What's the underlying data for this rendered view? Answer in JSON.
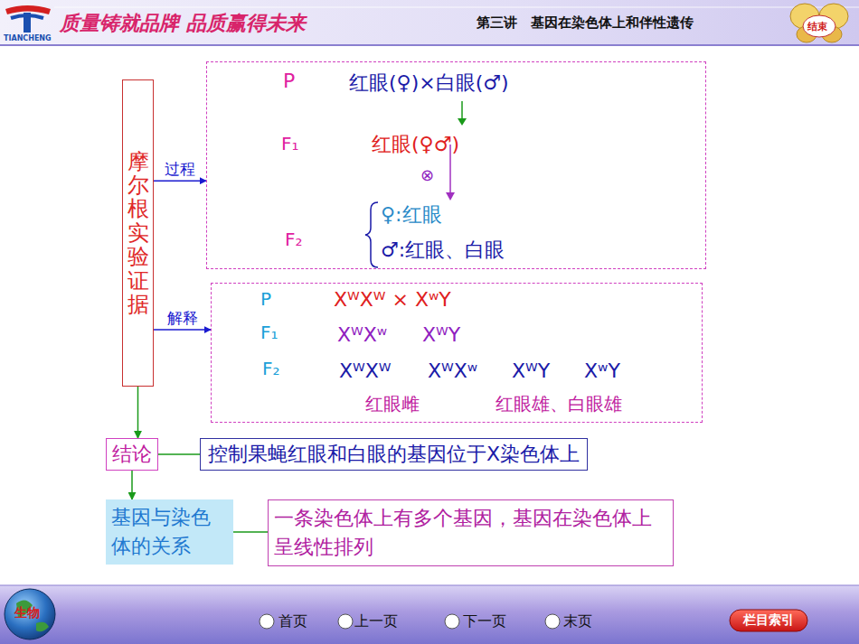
{
  "diagram": {
    "nodes": [
      {
        "text": [
          "摩尔根实验证据"
        ]
      },
      {
        "text": [
          "P",
          "红眼(♀)×白眼(♂)",
          "F₁",
          "红眼(♀♂)",
          "⊗",
          "F₂",
          "♀:红眼",
          "♂:红眼、白眼"
        ]
      },
      {
        "text": [
          "P",
          "XᵂXᵂ × XʷY",
          "F₁",
          "XᵂXʷ",
          "XᵂY",
          "F₂",
          "XᵂXᵂ",
          "XᵂXʷ",
          "XᵂY",
          "XʷY",
          "红眼雌",
          "红眼雄、白眼雄"
        ]
      },
      {
        "text": [
          "结论"
        ]
      },
      {
        "text": [
          "控制果蝇红眼和白眼的基因位于X染色体上"
        ]
      },
      {
        "text": [
          "基因与染色体的关系"
        ]
      },
      {
        "text": [
          "一条染色体上有多个基因，基因在染色体上呈线性排列"
        ]
      },
      {
        "text": [
          "栏目索引"
        ]
      }
    ],
    "edges": [
      {
        "from": 0,
        "to": 1,
        "label": "过程",
        "arrow": "to"
      },
      {
        "from": 0,
        "to": 2,
        "label": "解释",
        "arrow": "to"
      },
      {
        "from": 0,
        "to": 3,
        "arrow": "to"
      },
      {
        "from": 3,
        "to": 4,
        "arrow": "none"
      },
      {
        "from": 3,
        "to": 5,
        "arrow": "to"
      },
      {
        "from": 5,
        "to": 6,
        "arrow": "none"
      }
    ],
    "labels": [
      "TIANCHENG",
      "质量铸就品牌 品质赢得未来",
      "第三讲　基因在染色体上和伴性遗传",
      "结束",
      "生物",
      "首页",
      "上一页",
      "下一页",
      "末页"
    ]
  }
}
